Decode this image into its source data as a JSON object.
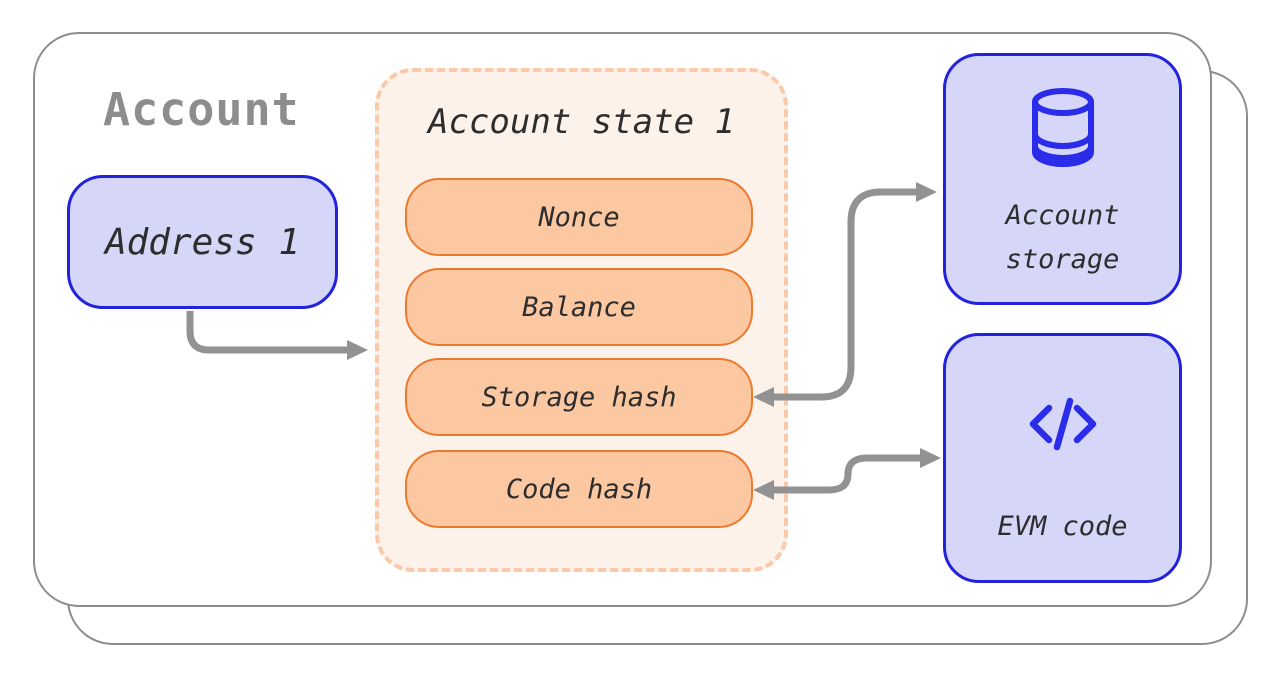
{
  "diagram": {
    "title": "Account",
    "address_box": {
      "label": "Address 1"
    },
    "state_box": {
      "title": "Account state 1",
      "fields": [
        "Nonce",
        "Balance",
        "Storage hash",
        "Code hash"
      ]
    },
    "storage_box": {
      "label": "Account storage",
      "icon": "database-icon"
    },
    "code_box": {
      "label": "EVM code",
      "icon": "code-icon"
    },
    "connectors": [
      {
        "from": "address-node",
        "to": "account-state-node",
        "heads": "end"
      },
      {
        "from": "storage-hash-field",
        "to": "account-storage-node",
        "heads": "both"
      },
      {
        "from": "code-hash-field",
        "to": "evm-code-node",
        "heads": "both"
      }
    ]
  },
  "colors": {
    "accent_blue": "#2222dd",
    "icon_blue": "#2b2bea",
    "lavender": "#d6d6f8",
    "pill_fill": "#fbc8a2",
    "pill_border": "#ec7a2e",
    "cream": "#fdf2ea",
    "peach_dash": "#f9c9a9",
    "arrow_gray": "#929292",
    "card_border": "#8d8d8d",
    "heading_gray": "#8d8d8d",
    "text_dark": "#2d2d2d"
  }
}
